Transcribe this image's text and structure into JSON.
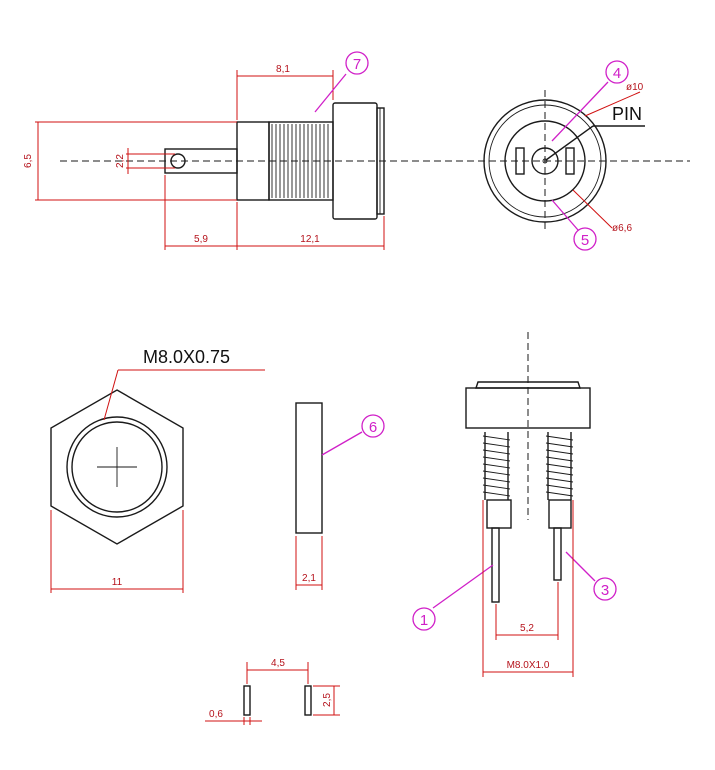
{
  "dimensions": {
    "side_length_body": "8,1",
    "side_height": "6,5",
    "pin_hole": "2,2",
    "pin_length": "5,9",
    "side_total": "12,1",
    "front_outer": "ø10",
    "front_inner": "ø6,6",
    "nut_thread": "M8.0X0.75",
    "nut_width": "11",
    "washer_thickness": "2,1",
    "pin_spacing": "5,2",
    "bottom_thread": "M8.0X1.0",
    "pad_spacing": "4,5",
    "pad_width": "0,6",
    "pad_height": "2,5"
  },
  "labels": {
    "pin": "PIN"
  },
  "callouts": {
    "c1": "1",
    "c3": "3",
    "c4": "4",
    "c5": "5",
    "c6": "6",
    "c7": "7"
  },
  "colors": {
    "dimension": "#d01010",
    "callout": "#d020c8",
    "outline": "#1a1a1a"
  }
}
